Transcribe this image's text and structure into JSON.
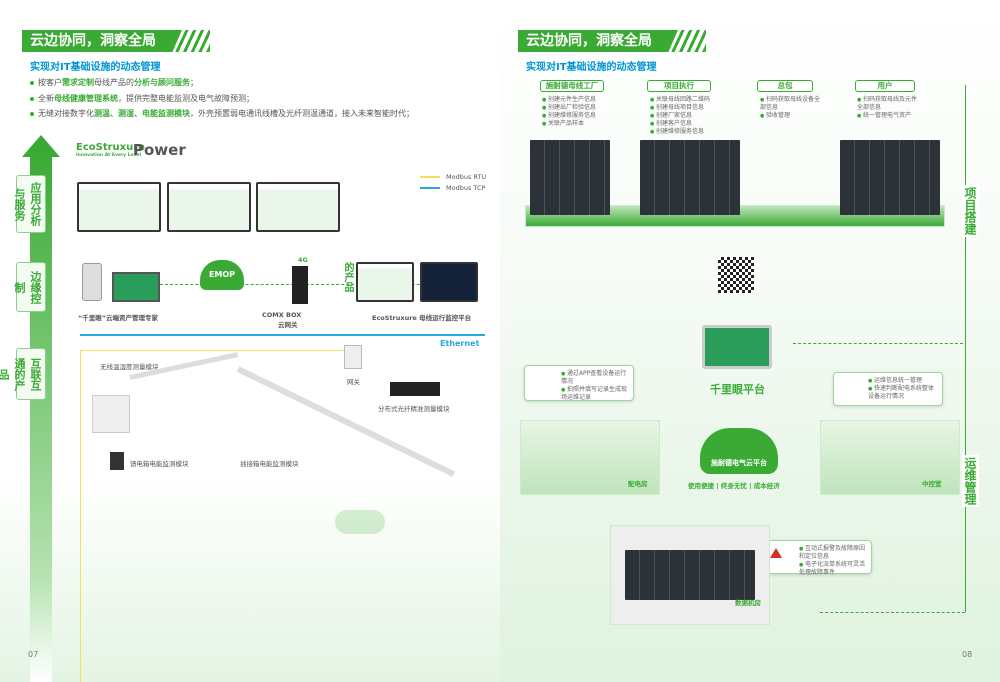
{
  "left": {
    "header": "云边协同，洞察全局",
    "subtitle": "实现对IT基础设施的动态管理",
    "bullets": [
      {
        "parts": [
          "按客户",
          "需求定制",
          "母线产品的",
          "分析与顾问服务",
          "；"
        ]
      },
      {
        "parts": [
          "全新",
          "母线健康管理系统",
          "，提供完整电能监测及电气故障预测；"
        ]
      },
      {
        "parts": [
          "无缝对接数字化",
          "测温、测湿、电能监测模块",
          "，外壳预置弱电通讯线槽及光纤测温通道，接入未来智能时代；"
        ]
      }
    ],
    "logo": {
      "brand": "EcoStruxure",
      "tagline": "Innovation At Every Level",
      "product": "Power"
    },
    "layers": [
      "应用分析与服务",
      "边缘控制",
      "互联互通的产品"
    ],
    "products_label": "的产品",
    "legend": [
      {
        "label": "Modbus RTU",
        "color": "#f5e05a"
      },
      {
        "label": "Modbus TCP",
        "color": "#29a8e0"
      }
    ],
    "labels": {
      "app": "“千里眼”云端资产管理专家",
      "cloud": "EMOP",
      "signal": "4G",
      "comx": "COMX BOX",
      "comx_sub": "云网关",
      "platform": "EcoStruxure 母线运行监控平台",
      "ethernet": "Ethernet",
      "gateway": "网关",
      "wireless": "无线温湿度测量模块",
      "fiber": "分布式光纤精准测量模块",
      "feeder": "馈电箱电能监测模块",
      "plugin": "插接箱电能监测模块"
    },
    "page_number": "07"
  },
  "right": {
    "header": "云边协同，洞察全局",
    "subtitle": "实现对IT基础设施的动态管理",
    "steps": [
      {
        "title": "施耐德母线工厂",
        "items": [
          "创建元件生产信息",
          "创建出厂检验信息",
          "创建维修服务信息",
          "关联产品样本"
        ]
      },
      {
        "title": "项目执行",
        "items": [
          "关联母线回路二维码",
          "创建母线项目信息",
          "创建厂家信息",
          "创建客户信息",
          "创建维修服务信息"
        ]
      },
      {
        "title": "总包",
        "items": [
          "扫码获取母线设备全部信息",
          "验收管理"
        ]
      },
      {
        "title": "用户",
        "items": [
          "扫码获取母线及元件全部信息",
          "统一管理电气资产"
        ]
      }
    ],
    "side_labels": [
      "项目搭建",
      "运维管理"
    ],
    "platform": "千里眼平台",
    "cloud": "施耐德电气云平台",
    "cloud_tagline": "使用便捷 | 终身无忧 | 成本经济",
    "callouts": [
      {
        "items": [
          "通过APP查看设备运行情况",
          "拍照并填写记录生成现场运维记录"
        ]
      },
      {
        "items": [
          "运维信息统一管理",
          "快速判断配电系统整体设备运行情况"
        ]
      },
      {
        "items": [
          "互动式报警及故障原因和定位信息",
          "电子化派单系统可灵活处理故障事件"
        ]
      }
    ],
    "scenes": [
      "配电房",
      "中控室",
      "数据机房"
    ],
    "page_number": "08"
  },
  "colors": {
    "green": "#3aaa35",
    "blue": "#0096d6"
  }
}
